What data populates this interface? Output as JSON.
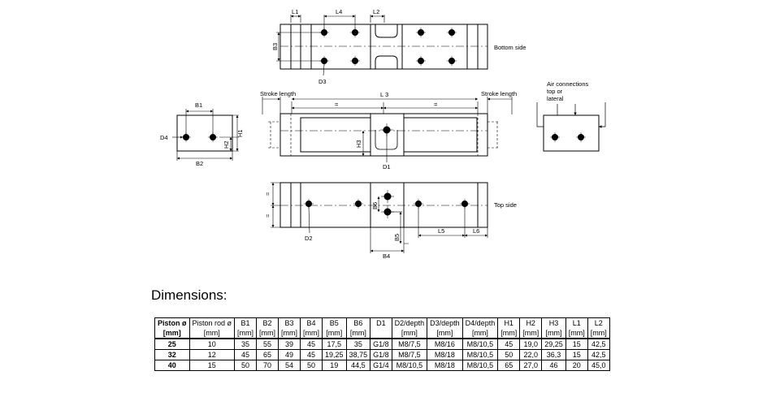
{
  "drawing": {
    "labels": {
      "L1": "L1",
      "L4": "L4",
      "L2": "L2",
      "B3": "B3",
      "D3": "D3",
      "bottom_side": "Bottom side",
      "stroke_left": "Stroke length",
      "stroke_right": "Stroke length",
      "L3": "L 3",
      "eq_left": "=",
      "eq_right": "=",
      "air_line1": "Air connections",
      "air_line2": "top or",
      "air_line3": "lateral",
      "B1": "B1",
      "D4": "D4",
      "H1": "H1",
      "H2": "H2",
      "B2": "B2",
      "H3": "H3",
      "D1": "D1",
      "eq_top": "=",
      "eq_bottom": "=",
      "top_side": "Top side",
      "B6": "B6",
      "D2": "D2",
      "B5": "B5",
      "L5": "L5",
      "L6": "L6",
      "B4": "B4"
    }
  },
  "heading": "Dimensions:",
  "table": {
    "header_names": [
      "Piston ø",
      "Piston rod ø",
      "B1",
      "B2",
      "B3",
      "B4",
      "B5",
      "B6",
      "D1",
      "D2/depth",
      "D3/depth",
      "D4/depth",
      "H1",
      "H2",
      "H3",
      "L1",
      "L2"
    ],
    "header_units": [
      "[mm]",
      "[mm]",
      "[mm]",
      "[mm]",
      "[mm]",
      "[mm]",
      "[mm]",
      "[mm]",
      "",
      "[mm]",
      "[mm]",
      "[mm]",
      "[mm]",
      "[mm]",
      "[mm]",
      "[mm]",
      "[mm]"
    ],
    "rows": [
      [
        "25",
        "10",
        "35",
        "55",
        "39",
        "45",
        "17,5",
        "35",
        "G1/8",
        "M8/7,5",
        "M8/16",
        "M8/10,5",
        "45",
        "19,0",
        "29,25",
        "15",
        "42,5"
      ],
      [
        "32",
        "12",
        "45",
        "65",
        "49",
        "45",
        "19,25",
        "38,75",
        "G1/8",
        "M8/7,5",
        "M8/18",
        "M8/10,5",
        "50",
        "22,0",
        "36,3",
        "15",
        "42,5"
      ],
      [
        "40",
        "15",
        "50",
        "70",
        "54",
        "50",
        "19",
        "44,5",
        "G1/4",
        "M8/10,5",
        "M8/18",
        "M8/10,5",
        "65",
        "27,0",
        "46",
        "20",
        "45,0"
      ]
    ]
  }
}
